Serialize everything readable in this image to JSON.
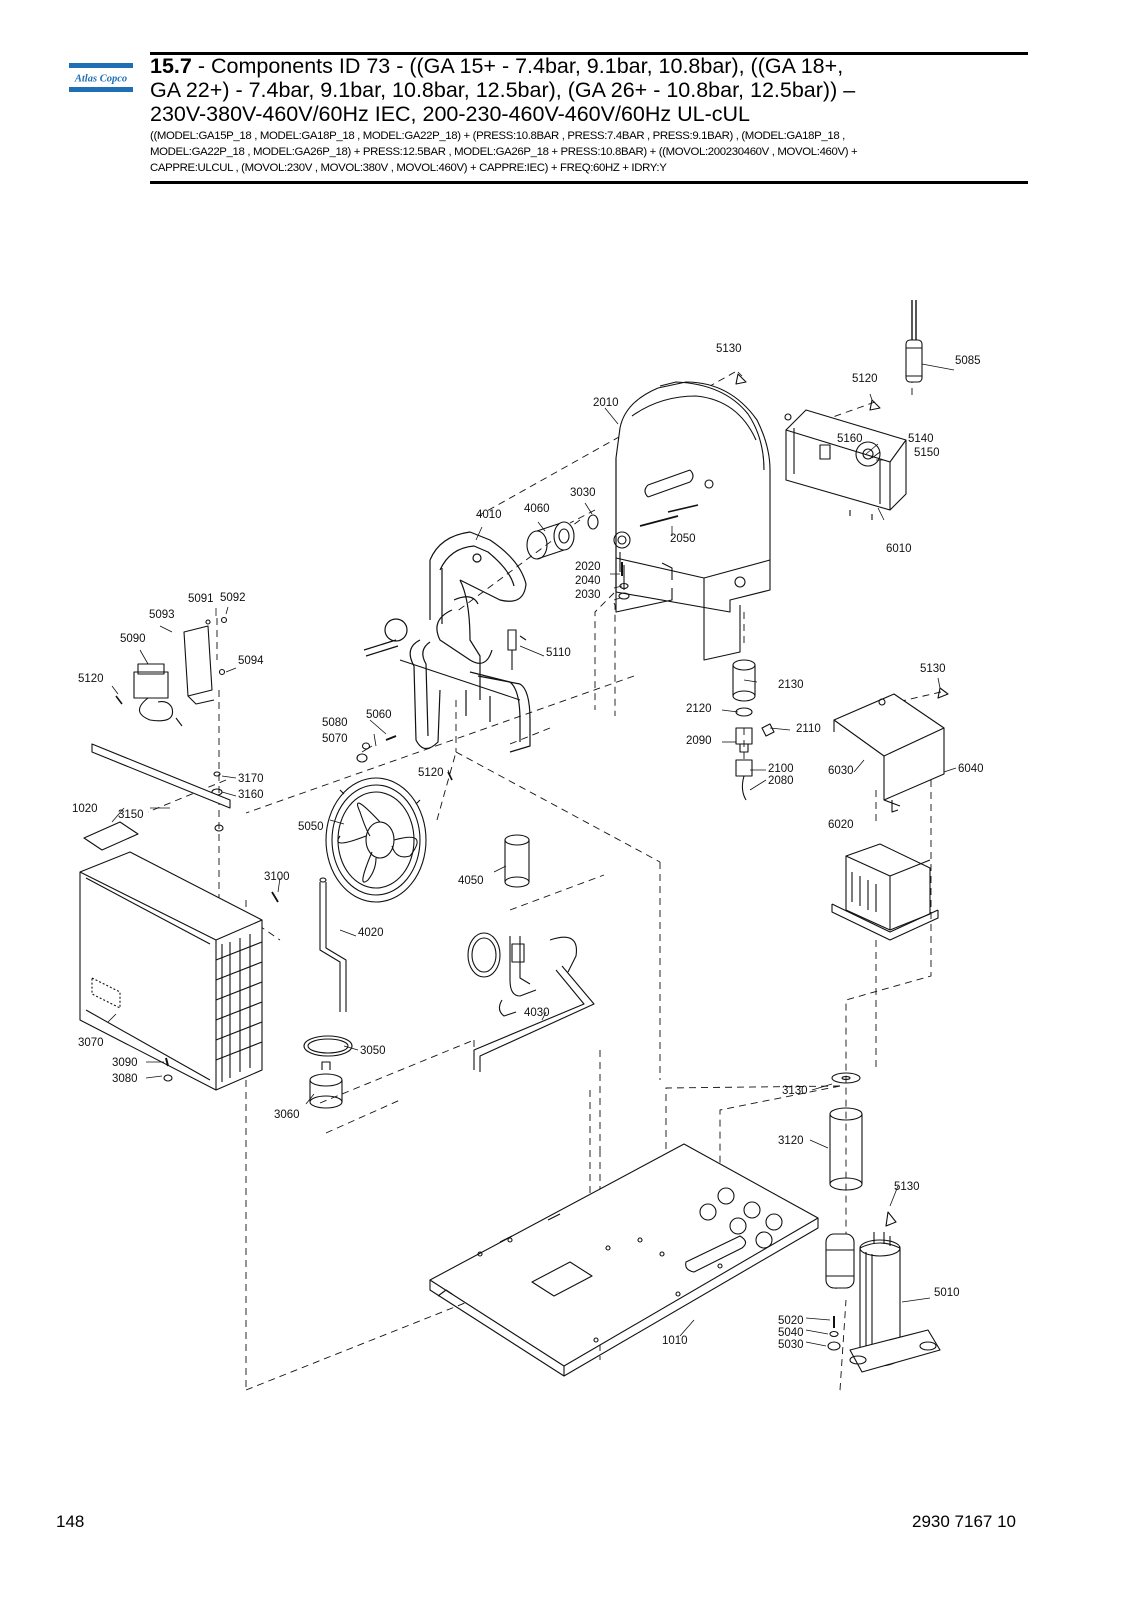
{
  "header": {
    "section_number": "15.7",
    "title_line_1": " - Components ID 73 - ((GA 15+ - 7.4bar, 9.1bar, 10.8bar), ((GA 18+,",
    "title_line_2": "GA 22+) - 7.4bar, 9.1bar, 10.8bar, 12.5bar), (GA 26+ - 10.8bar, 12.5bar)) –",
    "title_line_3": "230V-380V-460V/60Hz IEC, 200-230-460V-460V/60Hz UL-cUL",
    "filter_line_1": "((MODEL:GA15P_18 , MODEL:GA18P_18 , MODEL:GA22P_18) + (PRESS:10.8BAR , PRESS:7.4BAR , PRESS:9.1BAR) , (MODEL:GA18P_18 ,",
    "filter_line_2": "MODEL:GA22P_18 , MODEL:GA26P_18) + PRESS:12.5BAR , MODEL:GA26P_18 + PRESS:10.8BAR) + ((MOVOL:200230460V , MOVOL:460V) +",
    "filter_line_3": "CAPPRE:ULCUL , (MOVOL:230V , MOVOL:380V , MOVOL:460V) + CAPPRE:IEC) + FREQ:60HZ + IDRY:Y"
  },
  "logo": {
    "text": "Atlas Copco",
    "color": "#1f6fb5"
  },
  "callouts": {
    "c5130a": "5130",
    "c5085": "5085",
    "c5120a": "5120",
    "c2010": "2010",
    "c5160": "5160",
    "c5140": "5140",
    "c5150": "5150",
    "c3030": "3030",
    "c4010": "4010",
    "c4060": "4060",
    "c2050": "2050",
    "c6010": "6010",
    "c2020": "2020",
    "c2040": "2040",
    "c2030": "2030",
    "c5091": "5091",
    "c5092": "5092",
    "c5093": "5093",
    "c5090": "5090",
    "c5094": "5094",
    "c5120b": "5120",
    "c5110": "5110",
    "c2130": "2130",
    "c5130b": "5130",
    "c2120": "2120",
    "c2110": "2110",
    "c2090": "2090",
    "c5080": "5080",
    "c5060": "5060",
    "c5070": "5070",
    "c2100": "2100",
    "c2080": "2080",
    "c6030": "6030",
    "c6040": "6040",
    "c3170": "3170",
    "c3160": "3160",
    "c5120c": "5120",
    "c1020": "1020",
    "c3150": "3150",
    "c5050": "5050",
    "c6020": "6020",
    "c3100": "3100",
    "c4050": "4050",
    "c4020": "4020",
    "c3070": "3070",
    "c4030": "4030",
    "c3050": "3050",
    "c3090": "3090",
    "c3080": "3080",
    "c3060": "3060",
    "c3130": "3130",
    "c3120": "3120",
    "c5130c": "5130",
    "c5010": "5010",
    "c5020": "5020",
    "c5040": "5040",
    "c5030": "5030",
    "c1010": "1010"
  },
  "footer": {
    "page_number": "148",
    "document_number": "2930 7167 10"
  }
}
